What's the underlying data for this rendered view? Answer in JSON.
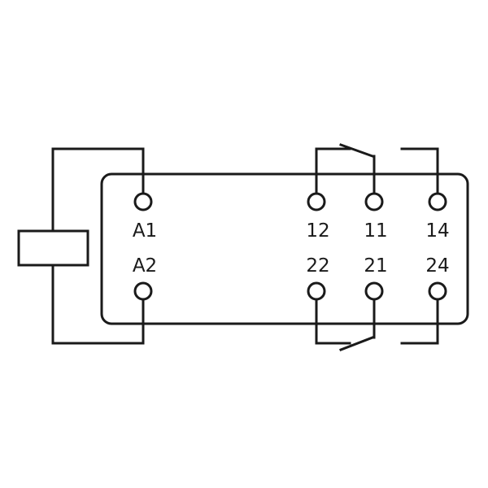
{
  "diagram": {
    "colors": {
      "stroke": "#1a1a1a",
      "background": "#ffffff"
    },
    "terminals": {
      "a1": "A1",
      "a2": "A2",
      "t12": "12",
      "t11": "11",
      "t14": "14",
      "t22": "22",
      "t21": "21",
      "t24": "24"
    }
  }
}
